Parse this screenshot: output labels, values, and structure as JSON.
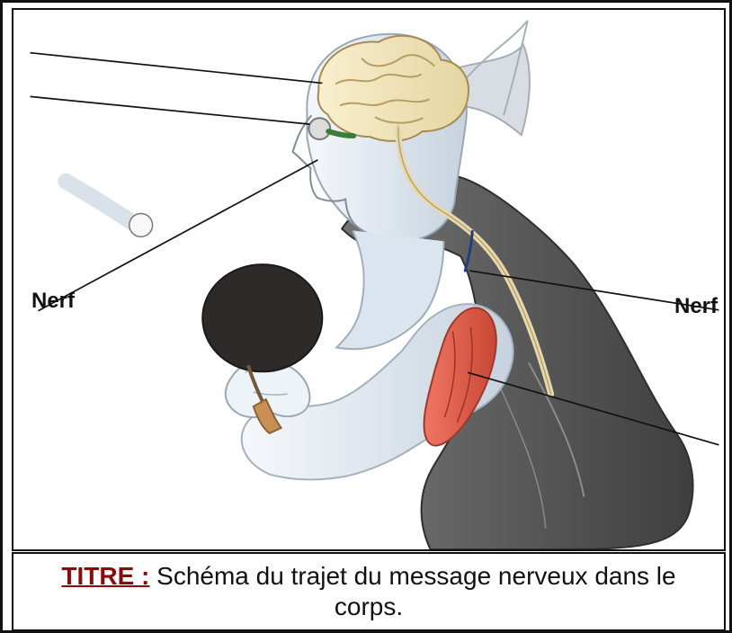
{
  "caption": {
    "title": "TITRE :",
    "text": "Schéma du trajet du message nerveux dans le corps."
  },
  "labels": {
    "left_nerve": "Nerf",
    "right_nerve": "Nerf"
  },
  "colors": {
    "border": "#111111",
    "title_red": "#8a0b0b",
    "body_gray": "#5b5b5b",
    "skin": "#dfe7f0",
    "brain": "#f1e4b4",
    "nerve": "#f4ecd1",
    "muscle": "#d95b48",
    "paddle": "#2f2a2a"
  },
  "icons": {
    "ball": "ping-pong-ball-icon",
    "paddle": "ping-pong-paddle-icon"
  }
}
